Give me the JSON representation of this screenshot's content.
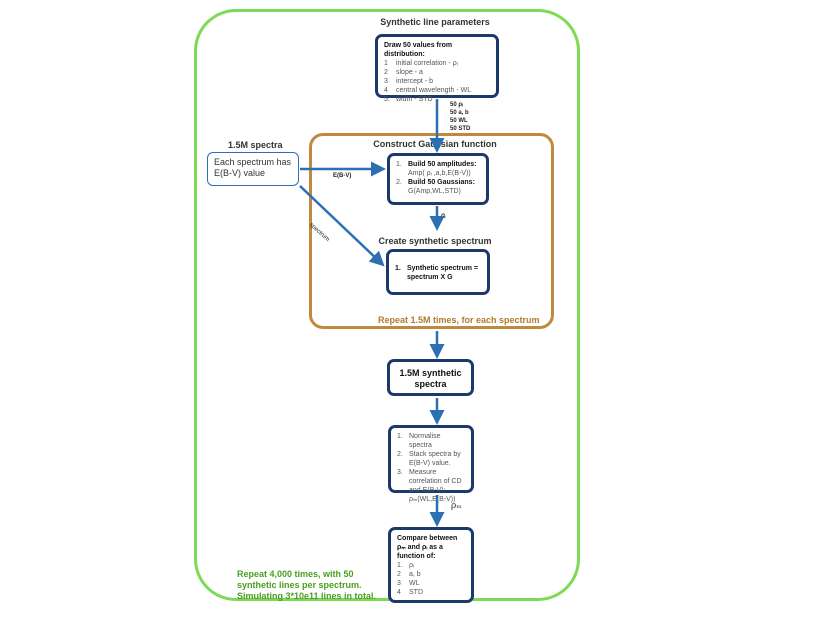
{
  "title": "Synthetic line parameters",
  "draw_box": {
    "heading": "Draw 50 values from distribution:",
    "items": [
      {
        "n": "1",
        "t": "initial correlation - ρᵢ"
      },
      {
        "n": "2",
        "t": "slope - a"
      },
      {
        "n": "3",
        "t": "intercept - b"
      },
      {
        "n": "4",
        "t": "central wavelength - WL"
      },
      {
        "n": "5.",
        "t": "width - STD"
      }
    ]
  },
  "arrow1_labels": [
    "50  ρᵢ",
    "50 a, b",
    "50 WL",
    "50 STD"
  ],
  "spectra_label": "1.5M spectra",
  "spectra_box": "Each spectrum has E(B-V) value",
  "ebv_label": "E(B-V)",
  "spectrum_label": "spectrum",
  "gauss_title": "Construct Gaussian function",
  "gauss_box": {
    "i1_n": "1.",
    "i1_h": "Build 50 amplitudes:",
    "i1_t": "Amp( ρᵢ ,a,b,E(B-V))",
    "i2_n": "2.",
    "i2_h": "Build 50 Gaussians:",
    "i2_t": "G(Amp,WL,STD)"
  },
  "g_label": "G",
  "synth_title": "Create synthetic spectrum",
  "synth_box": {
    "n": "1.",
    "t": "Synthetic spectrum = spectrum X G"
  },
  "repeat_orange": "Repeat 1.5M times, for each spectrum",
  "synthetic_spectra_box": "1.5M synthetic spectra",
  "normalise_box": [
    {
      "n": "1.",
      "t": "Normalise spectra"
    },
    {
      "n": "2.",
      "t": "Stack spectra by E(B-V) value."
    },
    {
      "n": "3.",
      "t": "Measure correlation of CD and E(B-V): ρₘ(WL,E(B-V))"
    }
  ],
  "rho_m_label": "ρₘ",
  "compare_box": {
    "heading": "Compare between ρₘ and ρᵢ as a function of:",
    "items": [
      {
        "n": "1.",
        "t": "ρᵢ"
      },
      {
        "n": "2",
        "t": "a, b"
      },
      {
        "n": "3",
        "t": "WL"
      },
      {
        "n": "4",
        "t": "STD"
      }
    ]
  },
  "repeat_green": "Repeat 4,000 times, with 50 synthetic lines per spectrum. Simulating 3*10e11 lines in total.",
  "colors": {
    "outer": "#7ed957",
    "orange": "#c08a3e",
    "box_border": "#1b3a6b",
    "arrow": "#2c6fb3"
  }
}
